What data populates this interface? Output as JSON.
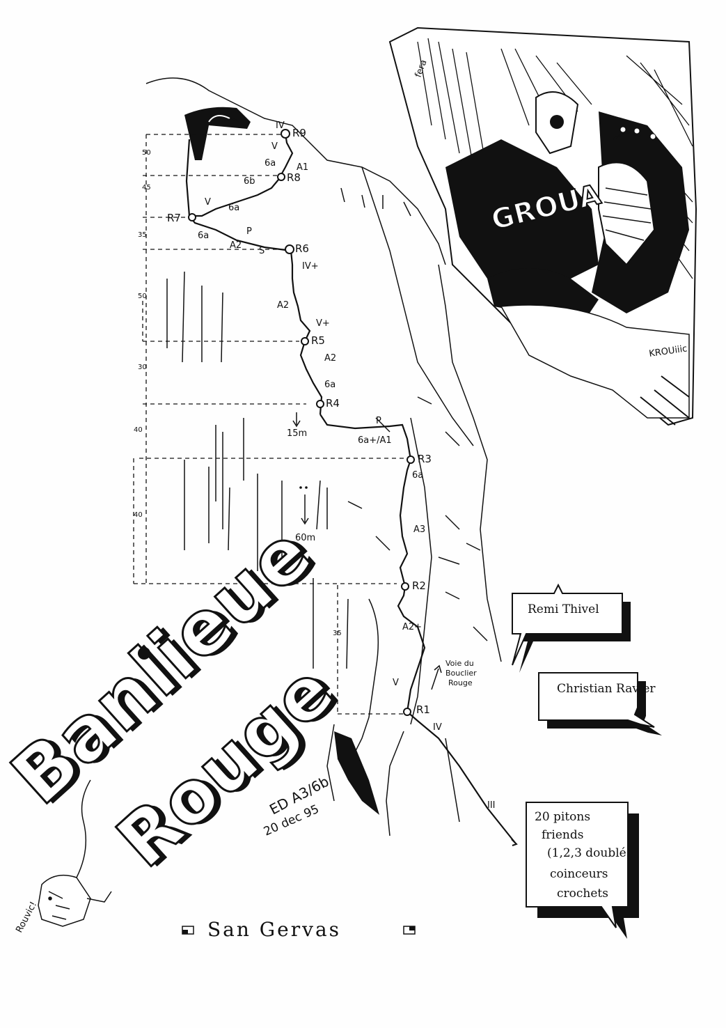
{
  "title": {
    "line1": "Banlieue",
    "line2": "Rouge"
  },
  "grade": "ED A3/6b",
  "date": "20 dec 95",
  "location": "San Gervas",
  "artist_signature_top": "fera",
  "artist_signature_bottom": "Rouvic!",
  "comic": {
    "sound1": "GROUA",
    "sound2": "KROUiiic"
  },
  "authors": [
    "Remi Thivel",
    "Christian Ravier"
  ],
  "gear": [
    "20 pitons",
    "friends",
    "(1,2,3 doublé)",
    "coinceurs",
    "crochets"
  ],
  "other_route": [
    "Voie du",
    "Bouclier",
    "Rouge"
  ],
  "belays": [
    "R1",
    "R2",
    "R3",
    "R4",
    "R5",
    "R6",
    "R7",
    "R8",
    "R9"
  ],
  "pitch_grades": {
    "p1": "V",
    "approach1": "IV",
    "approach2": "III",
    "p2": "A2+",
    "p3a": "A3",
    "p3b": "6a",
    "p4a": "6a+/A1",
    "p4b": "P",
    "p5a": "6a",
    "p5b": "A2",
    "p6a": "V+",
    "p6b": "A2",
    "p6c": "IV+",
    "p7a": "S",
    "p7b": "A2",
    "p7c": "P",
    "p7d": "6a",
    "p8a": "6a",
    "p8b": "V",
    "p8c": "6b",
    "p9a": "A1",
    "p9b": "6a",
    "p9c": "V",
    "p9d": "IV"
  },
  "rappels": {
    "r1": "15m",
    "r2": "60m"
  },
  "pitch_lengths": [
    "50",
    "45",
    "35",
    "50",
    "30",
    "40",
    "40",
    "35"
  ]
}
